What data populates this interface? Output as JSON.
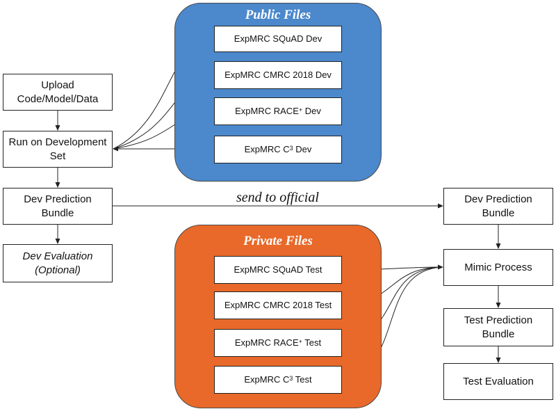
{
  "groups": {
    "public": {
      "title": "Public Files",
      "color": "#4b88cc"
    },
    "private": {
      "title": "Private Files",
      "color": "#e8692a"
    }
  },
  "public_files": {
    "squad": "ExpMRC SQuAD Dev",
    "cmrc": "ExpMRC CMRC 2018 Dev",
    "race": {
      "base": "ExpMRC RACE",
      "sup": "+",
      "suffix": " Dev"
    },
    "c3": {
      "base": "ExpMRC C",
      "sup": "3",
      "suffix": " Dev"
    }
  },
  "private_files": {
    "squad": "ExpMRC SQuAD Test",
    "cmrc": "ExpMRC CMRC 2018 Test",
    "race": {
      "base": "ExpMRC RACE",
      "sup": "+",
      "suffix": " Test"
    },
    "c3": {
      "base": "ExpMRC C",
      "sup": "3",
      "suffix": " Test"
    }
  },
  "left_flow": {
    "upload": {
      "line1": "Upload",
      "line2": "Code/Model/Data"
    },
    "run": {
      "line1": "Run on Development",
      "line2": "Set"
    },
    "dev_bundle": {
      "line1": "Dev Prediction",
      "line2": "Bundle"
    },
    "dev_eval": {
      "line1": "Dev Evaluation",
      "line2": "(Optional)"
    }
  },
  "right_flow": {
    "dev_bundle": {
      "line1": "Dev Prediction",
      "line2": "Bundle"
    },
    "mimic": "Mimic Process",
    "test_bundle": {
      "line1": "Test Prediction",
      "line2": "Bundle"
    },
    "test_eval": "Test Evaluation"
  },
  "edge_labels": {
    "send": "send to official"
  }
}
